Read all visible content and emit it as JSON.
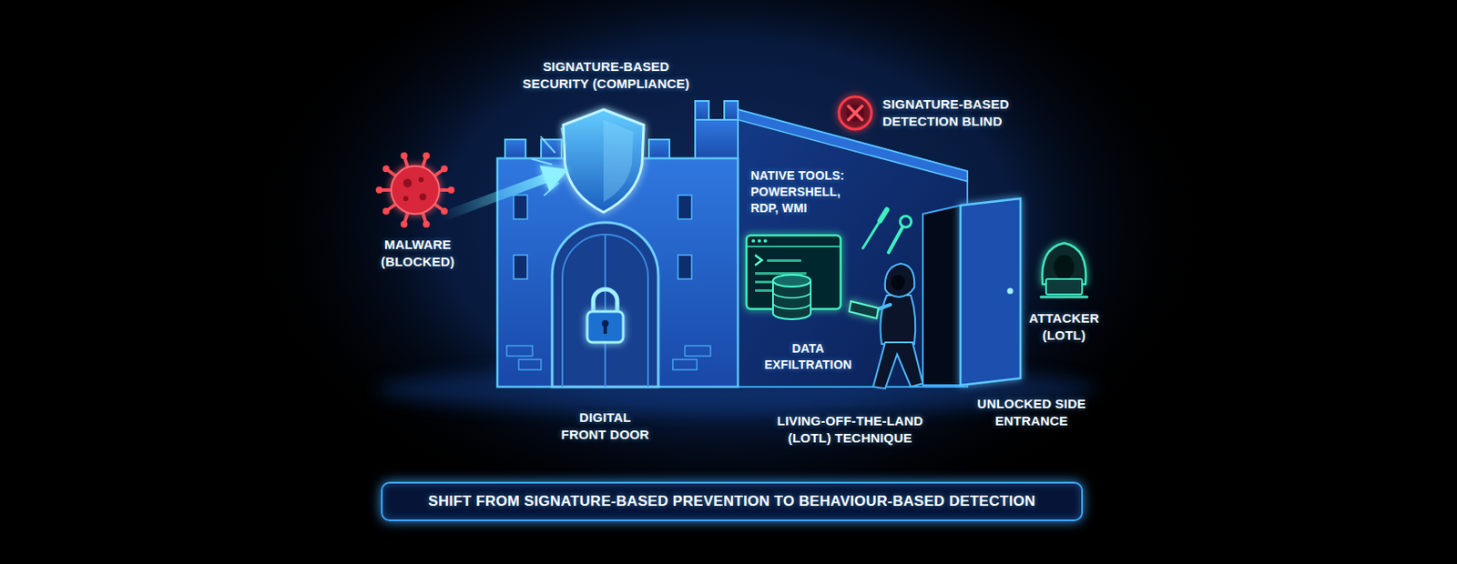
{
  "diagram": {
    "caption": "SHIFT FROM SIGNATURE-BASED PREVENTION TO BEHAVIOUR-BASED DETECTION",
    "labels": [
      "SIGNATURE-BASED SECURITY (COMPLIANCE)",
      "SIGNATURE-BASED DETECTION BLIND",
      "MALWARE (BLOCKED)",
      "NATIVE TOOLS: POWERSHELL, RDP, WMI",
      "DATA EXFILTRATION",
      "ATTACKER (LOTL)",
      "DIGITAL FRONT DOOR",
      "LIVING-OFF-THE-LAND (LOTL) TECHNIQUE",
      "UNLOCKED SIDE ENTRANCE"
    ]
  }
}
